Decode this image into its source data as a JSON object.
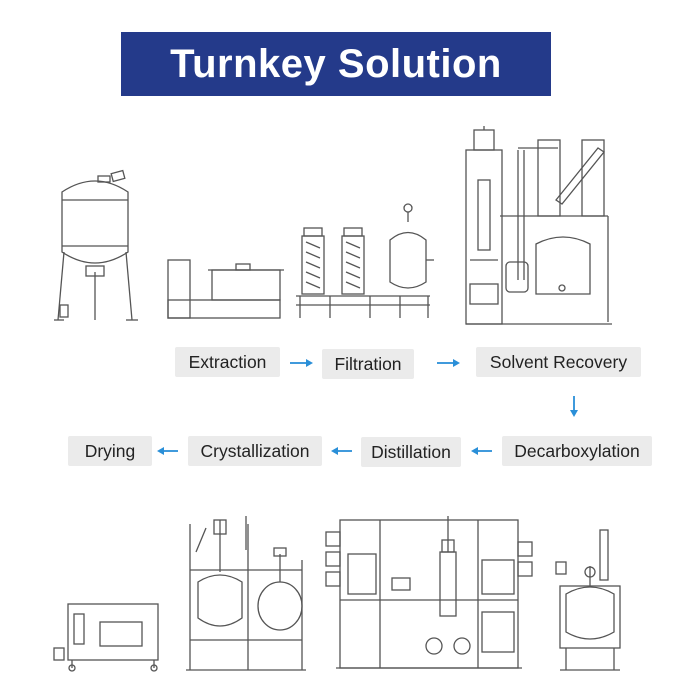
{
  "title": "Turnkey Solution",
  "colors": {
    "title_bg": "#243a8a",
    "arrow": "#2a8fd8",
    "step_bg": "#ebebeb",
    "line": "#555555"
  },
  "process_steps": [
    {
      "label": "Extraction"
    },
    {
      "label": "Filtration"
    },
    {
      "label": "Solvent Recovery"
    },
    {
      "label": "Decarboxylation"
    },
    {
      "label": "Distillation"
    },
    {
      "label": "Crystallization"
    },
    {
      "label": "Drying"
    }
  ],
  "flow": {
    "row1_direction": "right",
    "row1_to_row2": "down",
    "row2_direction": "left"
  },
  "equipment_illustrations": [
    "extraction-tank-icon",
    "filtration-unit-icon",
    "solvent-recovery-unit-icon",
    "drying-oven-icon",
    "crystallization-reactor-icon",
    "distillation-unit-icon",
    "decarboxylation-reactor-icon"
  ]
}
